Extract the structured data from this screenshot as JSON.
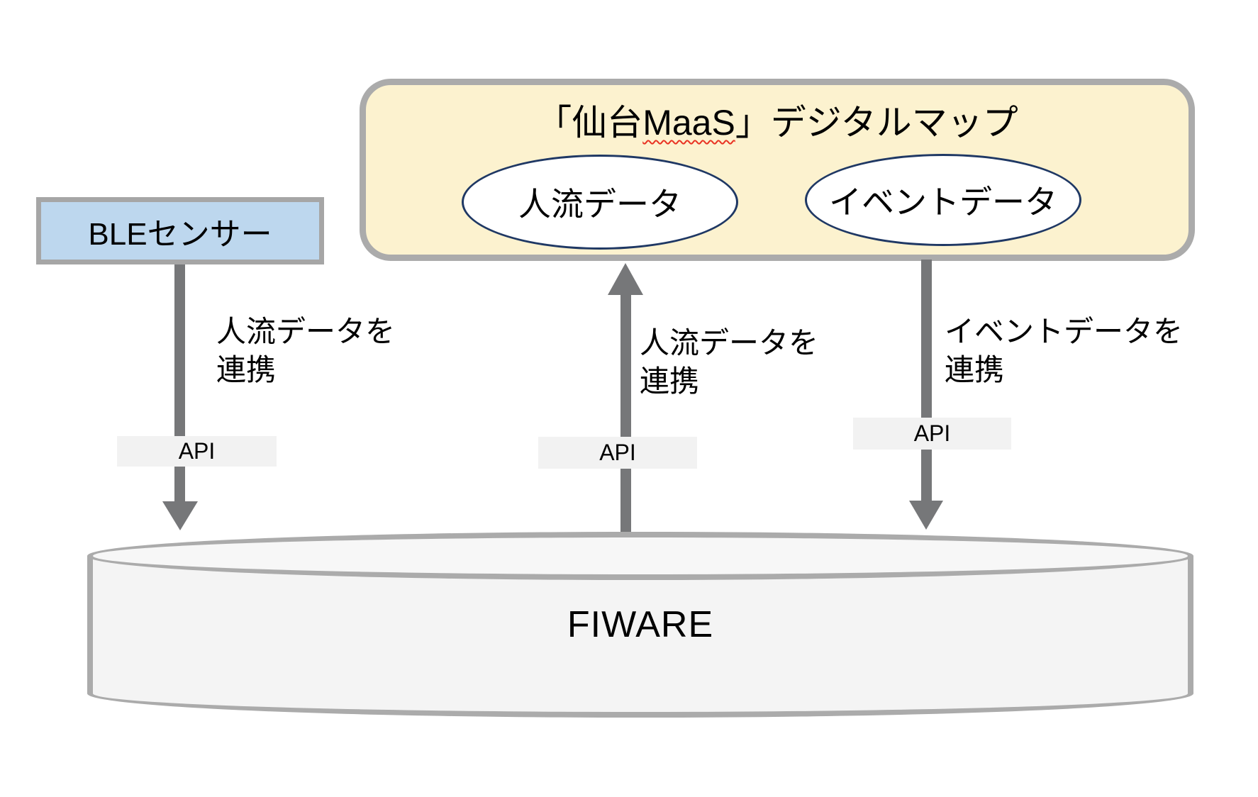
{
  "diagram": {
    "map_box": {
      "title": {
        "prefix": "「仙台",
        "brand": "MaaS",
        "suffix": "」デジタルマップ"
      },
      "data_nodes": [
        {
          "label": "人流データ"
        },
        {
          "label": "イベントデータ"
        }
      ]
    },
    "ble_box": {
      "label": "BLEセンサー"
    },
    "fiware_cylinder": {
      "label": "FIWARE"
    },
    "flows": [
      {
        "name": "ble-to-fiware",
        "direction": "down",
        "line1": "人流データを",
        "line2": "連携",
        "api": "API"
      },
      {
        "name": "fiware-to-map",
        "direction": "up",
        "line1": "人流データを",
        "line2": "連携",
        "api": "API"
      },
      {
        "name": "map-to-fiware",
        "direction": "down",
        "line1": "イベントデータを",
        "line2": "連携",
        "api": "API"
      }
    ],
    "colors": {
      "map_box_fill": "#FCF2CF",
      "map_box_border": "#ABABAB",
      "ble_fill": "#BDD7EE",
      "ble_border": "#A6A6A6",
      "ellipse_border": "#1F3864",
      "arrow_gray": "#767779",
      "api_fill": "#F2F2F2",
      "cylinder_fill": "#F4F4F4",
      "cylinder_border": "#ABABAB",
      "spellcheck_underline": "#E93323"
    }
  }
}
